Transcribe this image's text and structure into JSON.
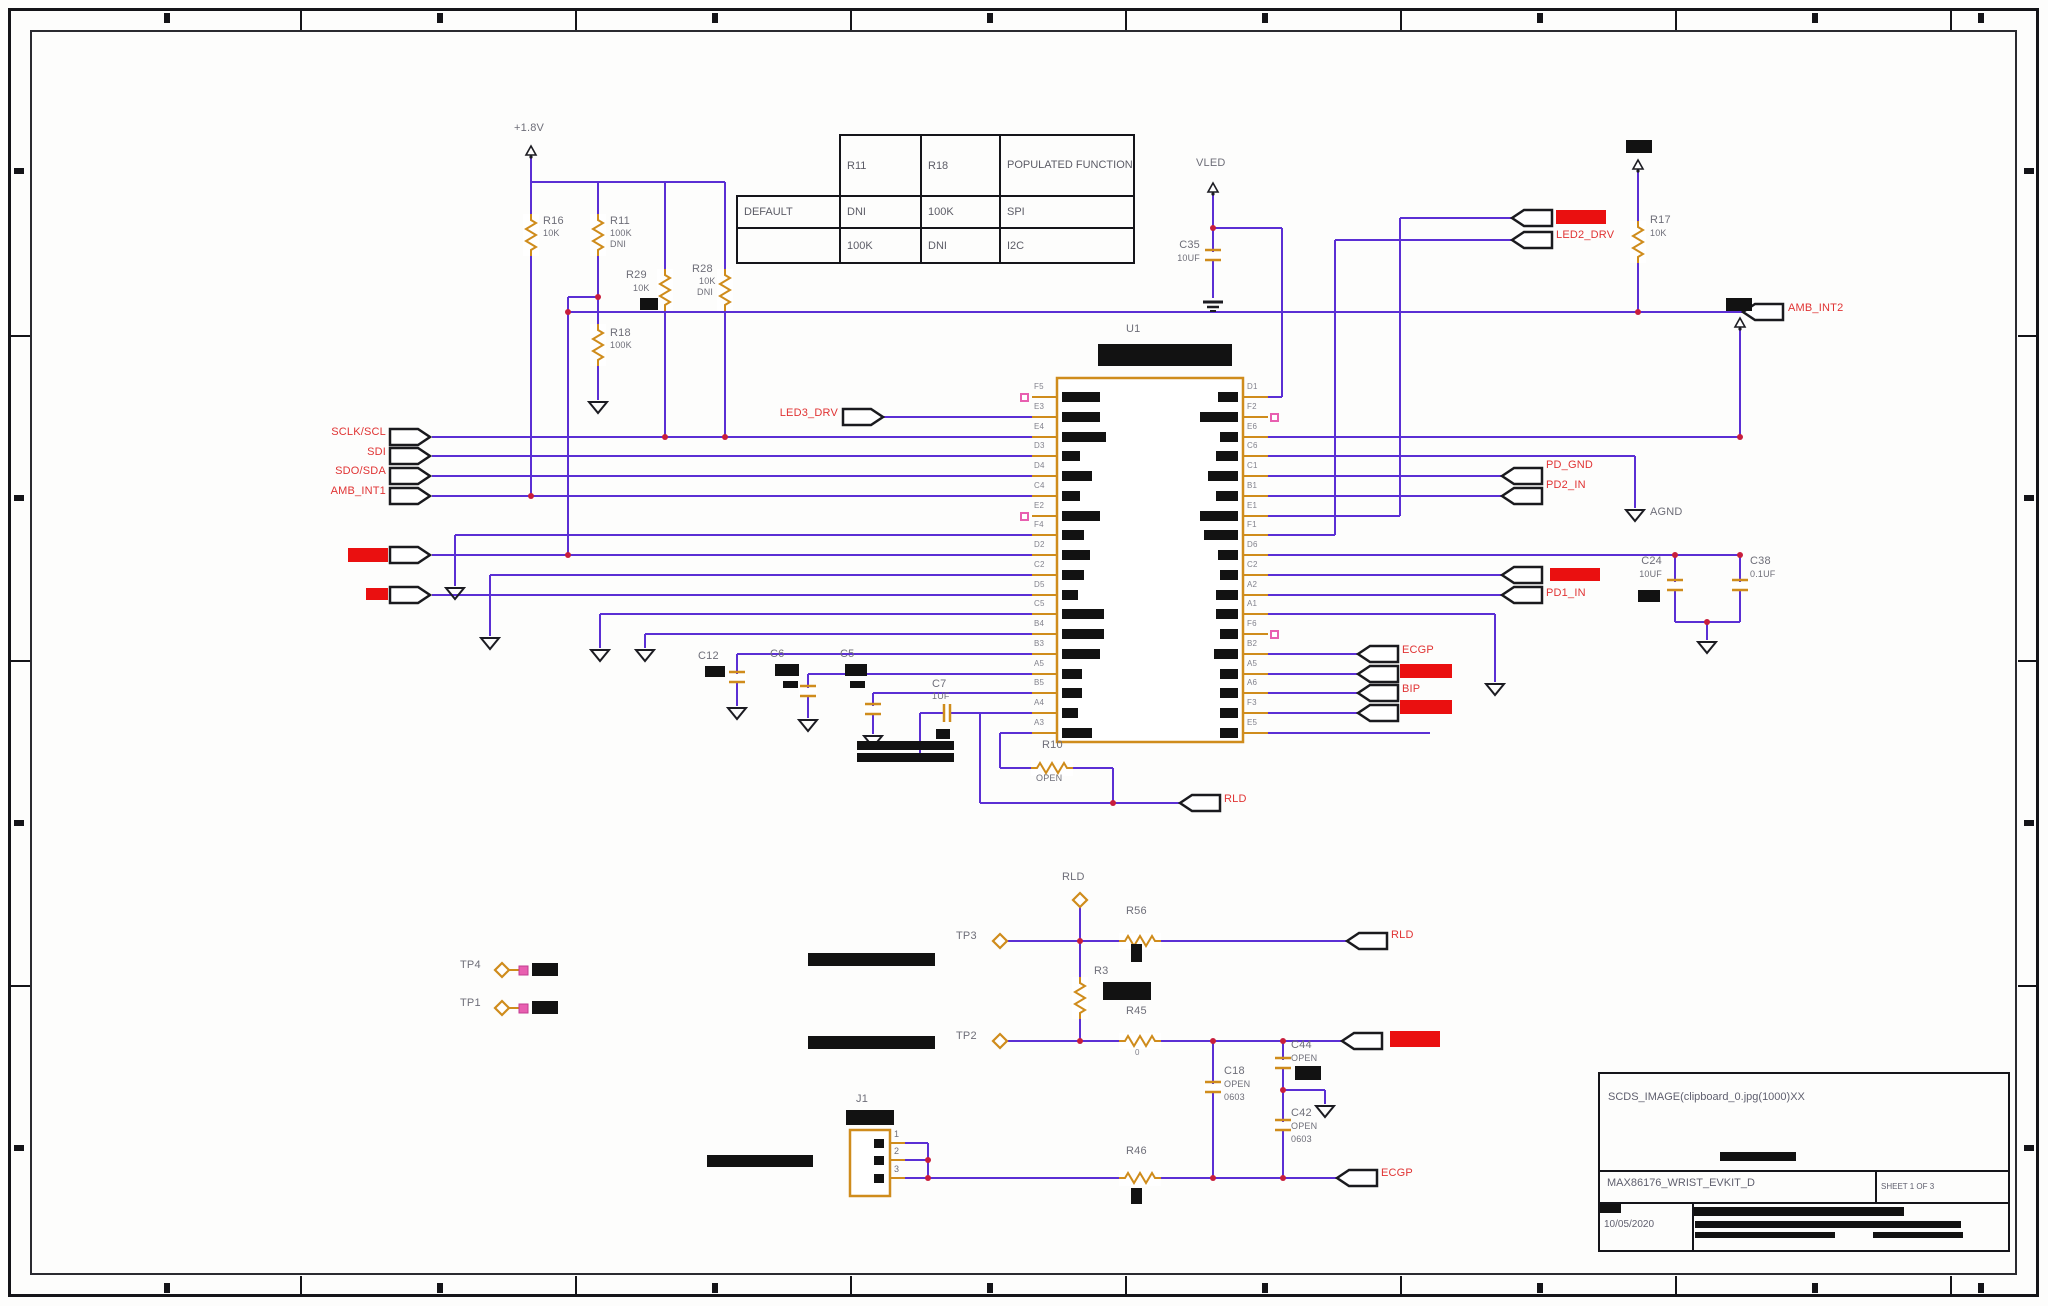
{
  "colors": {
    "wire": "#5b2fd4",
    "component": "#cf8c1c",
    "net_label": "#e03333",
    "junction": "#c81e3c",
    "redaction": "#121212",
    "redaction_red": "#ea1010",
    "pink_marker": "#e85fb0"
  },
  "power": {
    "v1v8": "+1.8V",
    "vled": "VLED",
    "agnd": "AGND"
  },
  "ref_table": {
    "headers": {
      "r11": "R11",
      "r18": "R18",
      "populated": "POPULATED FUNCTION"
    },
    "rows": [
      {
        "label": "DEFAULT",
        "r11": "DNI",
        "r18": "100K",
        "populated": "SPI"
      },
      {
        "label": "",
        "r11": "100K",
        "r18": "DNI",
        "populated": "I2C"
      }
    ]
  },
  "components": {
    "u1": {
      "ref": "U1"
    },
    "r16": {
      "ref": "R16",
      "value": "10K"
    },
    "r11": {
      "ref": "R11",
      "value": "100K",
      "note": "DNI"
    },
    "r29": {
      "ref": "R29",
      "value": "10K"
    },
    "r28": {
      "ref": "R28",
      "value": "10K",
      "note": "DNI"
    },
    "r18": {
      "ref": "R18",
      "value": "100K"
    },
    "r17": {
      "ref": "R17",
      "value": "10K"
    },
    "c35": {
      "ref": "C35",
      "value": "10UF"
    },
    "c24": {
      "ref": "C24",
      "value": "10UF"
    },
    "c38": {
      "ref": "C38",
      "value": "0.1UF"
    },
    "c12": {
      "ref": "C12"
    },
    "c6": {
      "ref": "C6"
    },
    "c5": {
      "ref": "C5"
    },
    "c7": {
      "ref": "C7",
      "value": "1UF"
    },
    "r10": {
      "ref": "R10",
      "value": "OPEN"
    },
    "r56": {
      "ref": "R56"
    },
    "r3": {
      "ref": "R3"
    },
    "r45": {
      "ref": "R45",
      "value": "0"
    },
    "r46": {
      "ref": "R46"
    },
    "c18": {
      "ref": "C18",
      "value": "OPEN",
      "note": "0603"
    },
    "c44": {
      "ref": "C44",
      "value": "OPEN"
    },
    "c42": {
      "ref": "C42",
      "value": "OPEN",
      "note": "0603"
    },
    "j1": {
      "ref": "J1",
      "pins": [
        "1",
        "2",
        "3"
      ]
    },
    "tp4": {
      "ref": "TP4"
    },
    "tp1": {
      "ref": "TP1"
    },
    "tp3": {
      "ref": "TP3"
    },
    "tp2": {
      "ref": "TP2"
    },
    "tp_rld": {
      "ref": "RLD"
    }
  },
  "signals": {
    "sclk": "SCLK/SCL",
    "sdi": "SDI",
    "sdo": "SDO/SDA",
    "amb_int1": "AMB_INT1",
    "led3_drv": "LED3_DRV",
    "led2_drv": "LED2_DRV",
    "amb_int": "AMB_INT2",
    "pd_gnd": "PD_GND",
    "pd2_in": "PD2_IN",
    "pd1_in": "PD1_IN",
    "ecgp": "ECGP",
    "bip": "BIP",
    "rld": "RLD",
    "rld_in": "RLD",
    "ecgp_out": "ECGP"
  },
  "chip": {
    "left_balls": [
      "F5",
      "E3",
      "E4",
      "D3",
      "D4",
      "C4",
      "E2",
      "F4",
      "D2",
      "C2",
      "D5",
      "C5",
      "B4",
      "B3",
      "A5",
      "B5",
      "A4",
      "A3"
    ],
    "right_balls": [
      "D1",
      "F2",
      "E6",
      "C6",
      "C1",
      "B1",
      "E1",
      "F1",
      "D6",
      "C2",
      "A2",
      "A1",
      "F6",
      "B2",
      "A5",
      "A6",
      "F3",
      "E5"
    ]
  },
  "title_block": {
    "doc": "SCDS_IMAGE(clipboard_0.jpg(1000)XX",
    "design": "MAX86176_WRIST_EVKIT_D",
    "sheet": "SHEET 1 OF 3",
    "date": "10/05/2020"
  }
}
